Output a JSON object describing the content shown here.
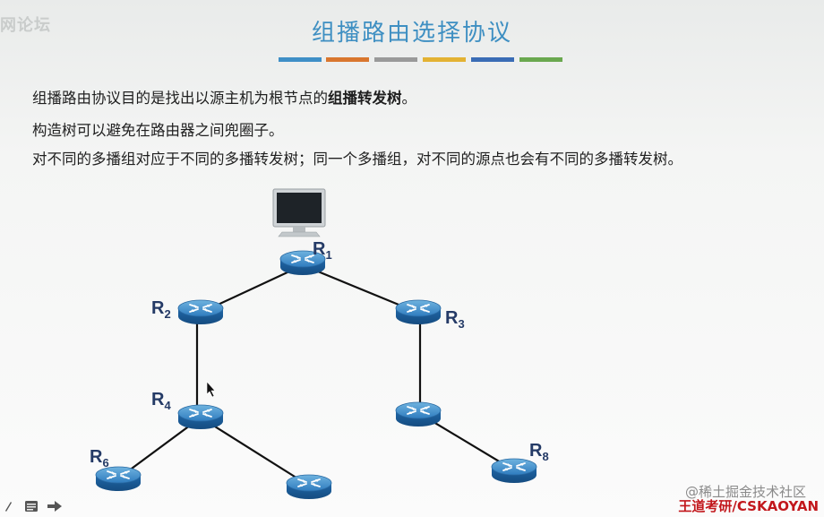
{
  "corner_title": "网论坛",
  "title": "组播路由选择协议",
  "accent_bars": [
    "#3f8fc7",
    "#d9762e",
    "#9a9a9a",
    "#e3b233",
    "#3a6cb5",
    "#6aa84f"
  ],
  "lines": {
    "l1_prefix": "组播路由协议目的是找出以源主机为根节点的",
    "l1_bold": "组播转发树",
    "l1_suffix": "。",
    "l2": "构造树可以避免在路由器之间兜圈子。",
    "l3": "对不同的多播组对应于不同的多播转发树；同一个多播组，对不同的源点也会有不同的多播转发树。"
  },
  "routers": {
    "R1": {
      "letter": "R",
      "sub": "1"
    },
    "R2": {
      "letter": "R",
      "sub": "2"
    },
    "R3": {
      "letter": "R",
      "sub": "3"
    },
    "R4": {
      "letter": "R",
      "sub": "4"
    },
    "R6": {
      "letter": "R",
      "sub": "6"
    },
    "R8": {
      "letter": "R",
      "sub": "8"
    }
  },
  "icons": [
    "monitor-icon",
    "router-icon",
    "mouse-cursor-icon",
    "pen-icon",
    "notes-icon",
    "next-arrow-icon"
  ],
  "watermark": "@稀土掘金技术社区",
  "brand": "王道考研/CSKAOYAN"
}
